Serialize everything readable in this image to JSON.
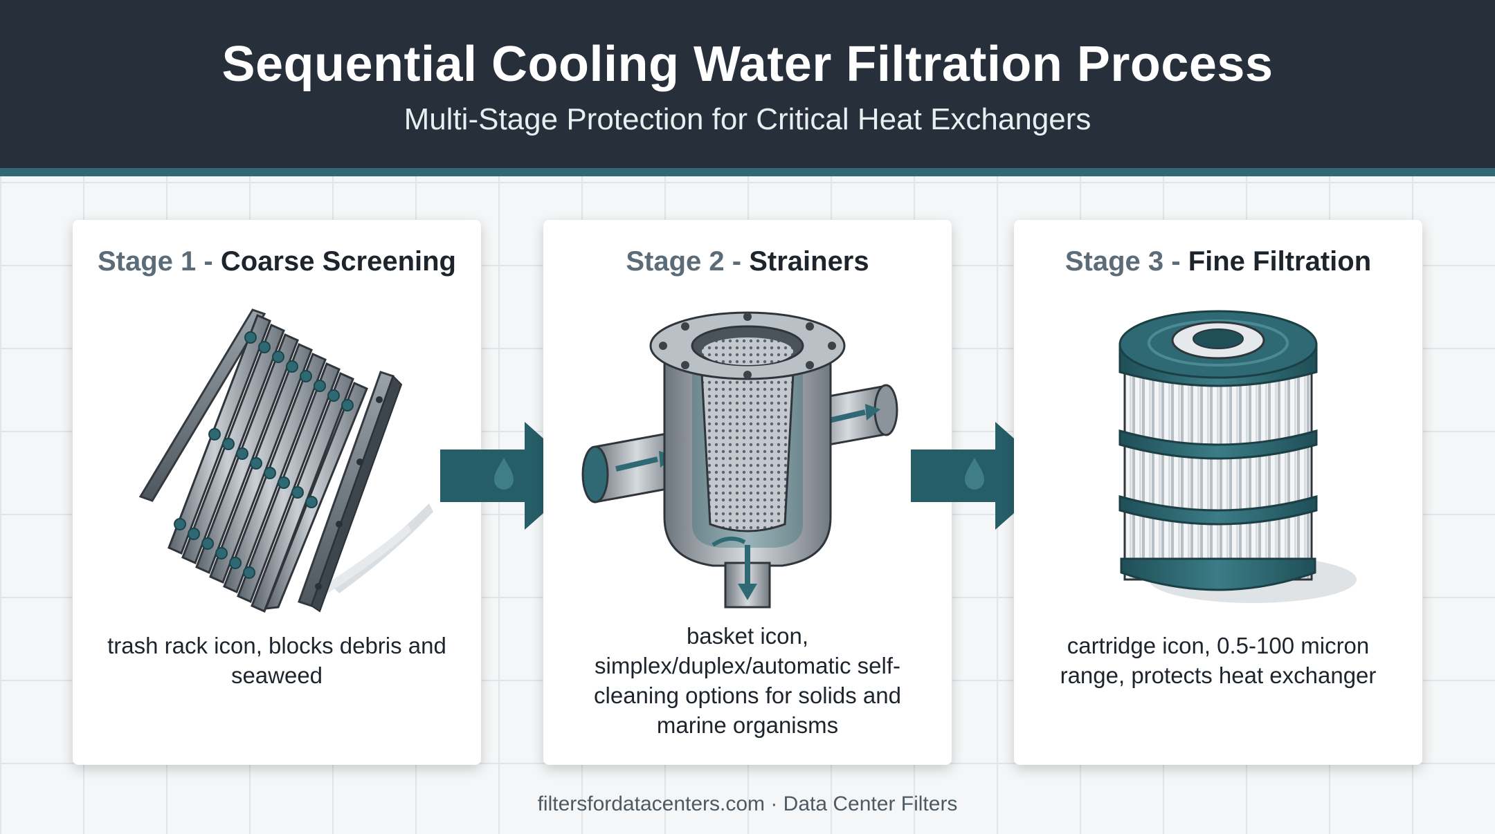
{
  "header": {
    "title": "Sequential Cooling Water Filtration Process",
    "subtitle": "Multi-Stage Protection for Critical Heat Exchangers"
  },
  "stages": [
    {
      "stage_label": "Stage 1 -",
      "name": "Coarse Screening",
      "description": "trash rack icon, blocks debris and seaweed",
      "icon": "trash-rack-icon"
    },
    {
      "stage_label": "Stage 2 -",
      "name": "Strainers",
      "description": "basket icon, simplex/duplex/automatic self-cleaning options for solids and marine organisms",
      "icon": "basket-strainer-icon"
    },
    {
      "stage_label": "Stage 3 -",
      "name": "Fine Filtration",
      "description": "cartridge icon, 0.5-100 micron range, protects heat exchanger",
      "icon": "filter-cartridge-icon"
    }
  ],
  "footer": {
    "text": "filtersfordatacenters.com · Data Center Filters"
  },
  "colors": {
    "header_bg": "#27303a",
    "accent_teal": "#2f6a74",
    "arrow": "#265e68",
    "stage_label": "#5b6b78"
  }
}
